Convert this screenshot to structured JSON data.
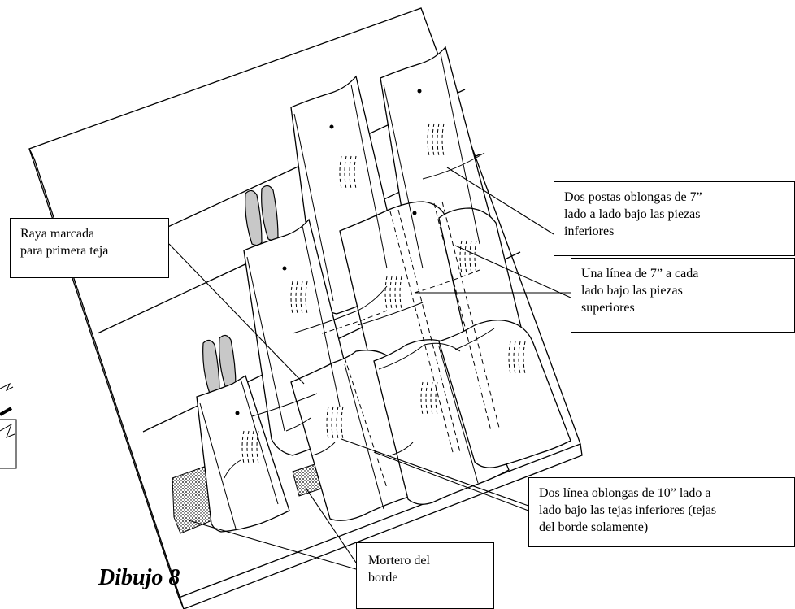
{
  "figure_title": "Dibujo 8",
  "callouts": {
    "first_tile_line": [
      "Raya marcada",
      "para primera teja"
    ],
    "lower_oblong_pads": [
      "Dos postas oblongas de 7”",
      "lado a lado bajo las piezas",
      "inferiores"
    ],
    "upper_line": [
      "Una línea de 7” a cada",
      "lado bajo las piezas",
      "superiores"
    ],
    "edge_oblong_lines": [
      "Dos línea oblongas de 10” lado a",
      "lado bajo las tejas inferiores (tejas",
      "del borde solamente)"
    ],
    "edge_mortar": [
      "Mortero del",
      "borde"
    ]
  },
  "colors": {
    "line": "#000000",
    "adhesive_fill": "#c8c8c8",
    "mortar_fill": "#8a8a8a",
    "background": "#ffffff"
  }
}
